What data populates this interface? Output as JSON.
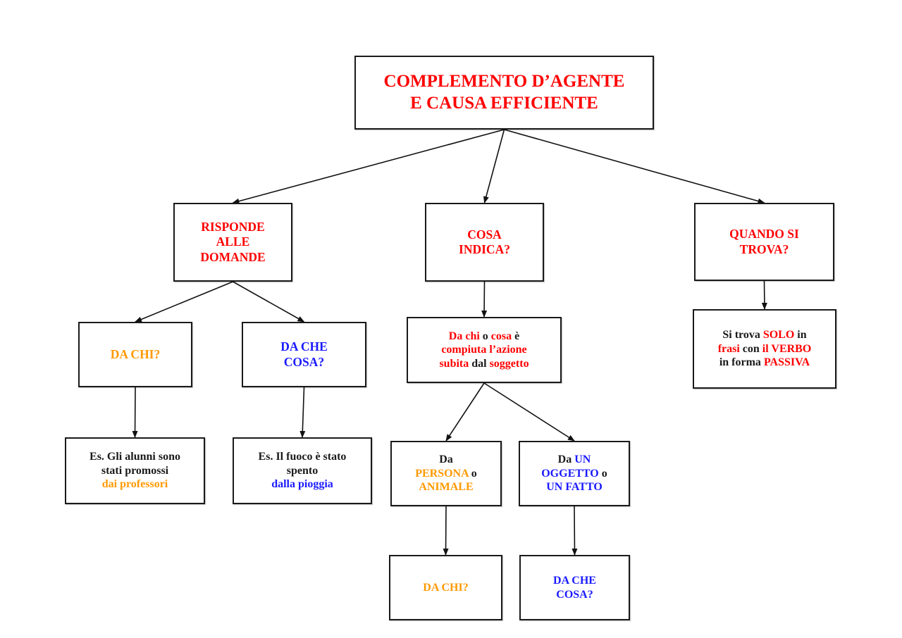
{
  "colors": {
    "red": "#ff0000",
    "orange": "#ff9900",
    "blue": "#1a1aff",
    "black": "#1a1a1a"
  },
  "nodes": {
    "root": {
      "lines": [
        [
          {
            "t": "COMPLEMENTO D’AGENTE",
            "c": "red"
          }
        ],
        [
          {
            "t": "E CAUSA EFFICIENTE",
            "c": "red"
          }
        ]
      ]
    },
    "risponde": {
      "lines": [
        [
          {
            "t": "RISPONDE",
            "c": "red"
          }
        ],
        [
          {
            "t": "ALLE",
            "c": "red"
          }
        ],
        [
          {
            "t": "DOMANDE",
            "c": "red"
          }
        ]
      ]
    },
    "cosa_indica": {
      "lines": [
        [
          {
            "t": "COSA",
            "c": "red"
          }
        ],
        [
          {
            "t": "INDICA?",
            "c": "red"
          }
        ]
      ]
    },
    "quando": {
      "lines": [
        [
          {
            "t": "QUANDO SI",
            "c": "red"
          }
        ],
        [
          {
            "t": "TROVA?",
            "c": "red"
          }
        ]
      ]
    },
    "da_chi_1": {
      "lines": [
        [
          {
            "t": "DA CHI?",
            "c": "orange"
          }
        ]
      ]
    },
    "da_che_cosa_1": {
      "lines": [
        [
          {
            "t": "DA CHE",
            "c": "blue"
          }
        ],
        [
          {
            "t": "COSA?",
            "c": "blue"
          }
        ]
      ]
    },
    "definizione": {
      "lines": [
        [
          {
            "t": "Da chi",
            "c": "red"
          },
          {
            "t": " o ",
            "c": "black"
          },
          {
            "t": "cosa",
            "c": "red"
          },
          {
            "t": " è",
            "c": "black"
          }
        ],
        [
          {
            "t": "compiuta l’azione",
            "c": "red"
          }
        ],
        [
          {
            "t": "subita",
            "c": "red"
          },
          {
            "t": " dal ",
            "c": "black"
          },
          {
            "t": "soggetto",
            "c": "red"
          }
        ]
      ]
    },
    "si_trova": {
      "lines": [
        [
          {
            "t": "Si trova ",
            "c": "black"
          },
          {
            "t": "SOLO",
            "c": "red"
          },
          {
            "t": " in",
            "c": "black"
          }
        ],
        [
          {
            "t": "frasi",
            "c": "red"
          },
          {
            "t": " con ",
            "c": "black"
          },
          {
            "t": "il VERBO",
            "c": "red"
          }
        ],
        [
          {
            "t": "in forma ",
            "c": "black"
          },
          {
            "t": "PASSIVA",
            "c": "red"
          }
        ]
      ]
    },
    "esempio_1": {
      "lines": [
        [
          {
            "t": "Es. Gli alunni sono",
            "c": "black"
          }
        ],
        [
          {
            "t": "stati promossi",
            "c": "black"
          }
        ],
        [
          {
            "t": "dai professori",
            "c": "orange"
          }
        ]
      ]
    },
    "esempio_2": {
      "lines": [
        [
          {
            "t": "Es. Il fuoco è stato",
            "c": "black"
          }
        ],
        [
          {
            "t": "spento",
            "c": "black"
          }
        ],
        [
          {
            "t": "dalla pioggia",
            "c": "blue"
          }
        ]
      ]
    },
    "persona": {
      "lines": [
        [
          {
            "t": "Da",
            "c": "black"
          }
        ],
        [
          {
            "t": "PERSONA",
            "c": "orange"
          },
          {
            "t": " o",
            "c": "black"
          }
        ],
        [
          {
            "t": "ANIMALE",
            "c": "orange"
          }
        ]
      ]
    },
    "oggetto": {
      "lines": [
        [
          {
            "t": "Da ",
            "c": "black"
          },
          {
            "t": "UN",
            "c": "blue"
          }
        ],
        [
          {
            "t": "OGGETTO",
            "c": "blue"
          },
          {
            "t": " o",
            "c": "black"
          }
        ],
        [
          {
            "t": "UN FATTO",
            "c": "blue"
          }
        ]
      ]
    },
    "da_chi_2": {
      "lines": [
        [
          {
            "t": "DA CHI?",
            "c": "orange"
          }
        ]
      ]
    },
    "da_che_cosa_2": {
      "lines": [
        [
          {
            "t": "DA CHE",
            "c": "blue"
          }
        ],
        [
          {
            "t": "COSA?",
            "c": "blue"
          }
        ]
      ]
    }
  },
  "edges": [
    {
      "from": "root",
      "to": "risponde"
    },
    {
      "from": "root",
      "to": "cosa_indica"
    },
    {
      "from": "root",
      "to": "quando"
    },
    {
      "from": "risponde",
      "to": "da_chi_1"
    },
    {
      "from": "risponde",
      "to": "da_che_cosa_1"
    },
    {
      "from": "cosa_indica",
      "to": "definizione"
    },
    {
      "from": "quando",
      "to": "si_trova"
    },
    {
      "from": "da_chi_1",
      "to": "esempio_1"
    },
    {
      "from": "da_che_cosa_1",
      "to": "esempio_2"
    },
    {
      "from": "definizione",
      "to": "persona"
    },
    {
      "from": "definizione",
      "to": "oggetto"
    },
    {
      "from": "persona",
      "to": "da_chi_2"
    },
    {
      "from": "oggetto",
      "to": "da_che_cosa_2"
    }
  ]
}
